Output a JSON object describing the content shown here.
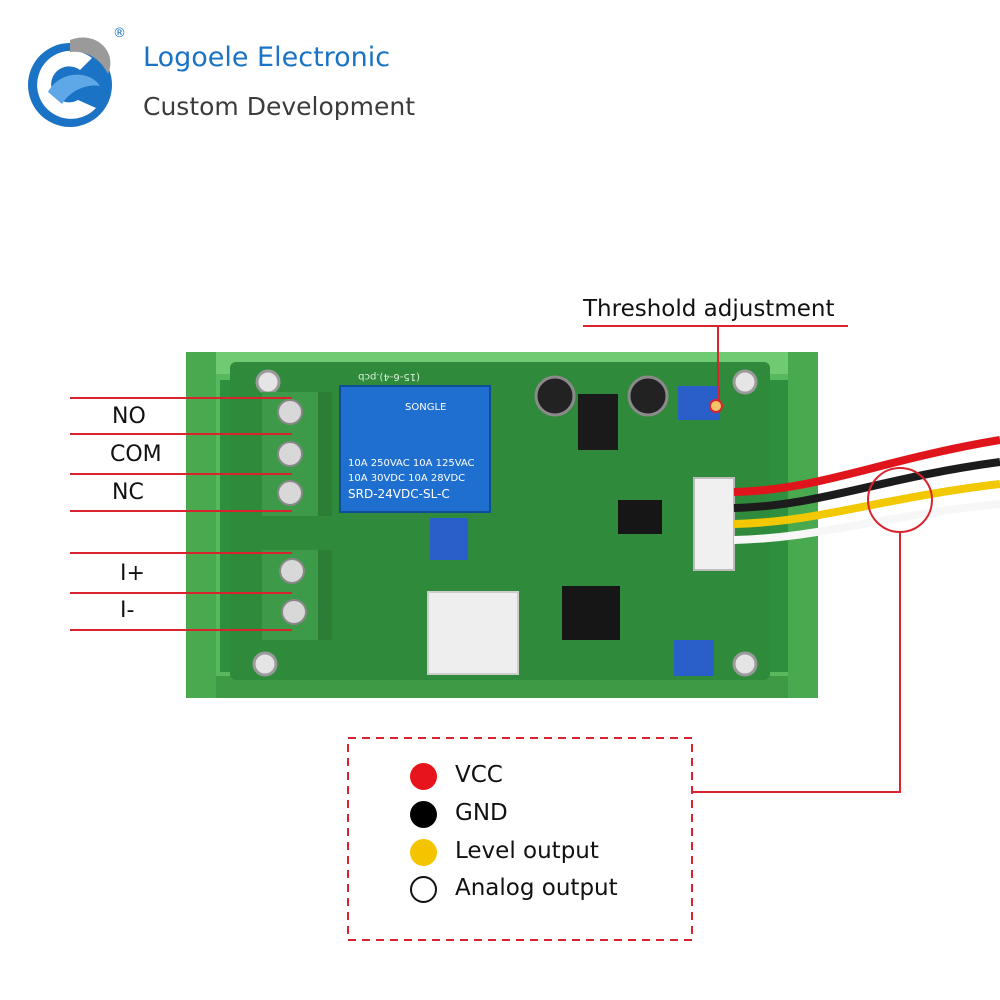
{
  "brand": {
    "name": "Logoele Electronic",
    "tagline": "Custom Development",
    "registered_mark": "®"
  },
  "callouts": {
    "threshold": "Threshold adjustment"
  },
  "terminals": {
    "relay": [
      "NO",
      "COM",
      "NC"
    ],
    "current": [
      "I+",
      "I-"
    ]
  },
  "relay_marking": {
    "brand": "SONGLE",
    "line1": "10A 250VAC  10A 125VAC",
    "line2": "10A  30VDC  10A  28VDC",
    "model": "SRD-24VDC-SL-C"
  },
  "pcb_marking": "(15-6-4).pcb",
  "legend": {
    "items": [
      {
        "label": "VCC",
        "color": "#e8141b"
      },
      {
        "label": "GND",
        "color": "#000000"
      },
      {
        "label": "Level output",
        "color": "#f5c400"
      },
      {
        "label": "Analog output",
        "color": "#ffffff"
      }
    ]
  },
  "colors": {
    "brand_blue": "#1a73c4",
    "callout_red": "#d9232e",
    "board_green": "#2e8f3e",
    "rail_green": "#4fb457"
  }
}
